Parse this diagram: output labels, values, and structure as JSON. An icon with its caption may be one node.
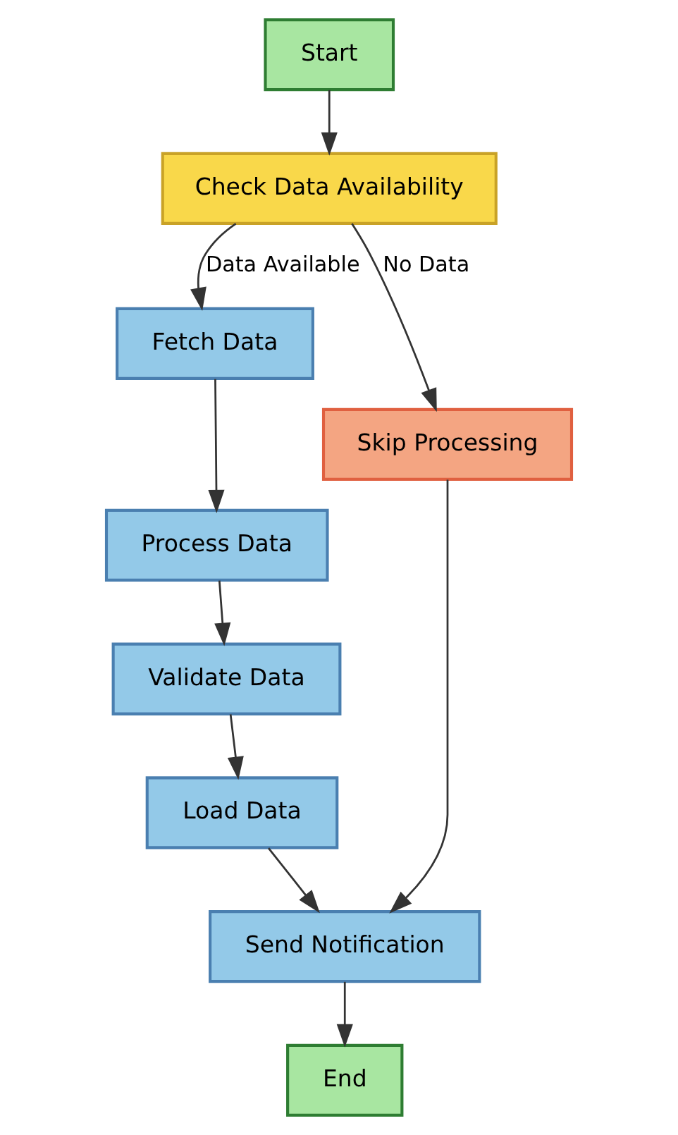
{
  "diagram": {
    "nodes": [
      {
        "text": [
          "Start"
        ]
      },
      {
        "text": [
          "Check Data Availability"
        ]
      },
      {
        "text": [
          "Fetch Data"
        ]
      },
      {
        "text": [
          "Process Data"
        ]
      },
      {
        "text": [
          "Validate Data"
        ]
      },
      {
        "text": [
          "Load Data"
        ]
      },
      {
        "text": [
          "Skip Processing"
        ]
      },
      {
        "text": [
          "Send Notification"
        ]
      },
      {
        "text": [
          "End"
        ]
      }
    ],
    "edges": [
      {
        "from": 0,
        "to": 1,
        "arrow": "to"
      },
      {
        "from": 1,
        "to": 2,
        "arrow": "to",
        "label": "Data Available"
      },
      {
        "from": 2,
        "to": 3,
        "arrow": "to"
      },
      {
        "from": 3,
        "to": 4,
        "arrow": "to"
      },
      {
        "from": 4,
        "to": 5,
        "arrow": "to"
      },
      {
        "from": 1,
        "to": 6,
        "arrow": "to",
        "label": "No Data"
      },
      {
        "from": 6,
        "to": 7,
        "arrow": "to"
      },
      {
        "from": 5,
        "to": 7,
        "arrow": "to"
      },
      {
        "from": 7,
        "to": 8,
        "arrow": "to"
      }
    ]
  }
}
